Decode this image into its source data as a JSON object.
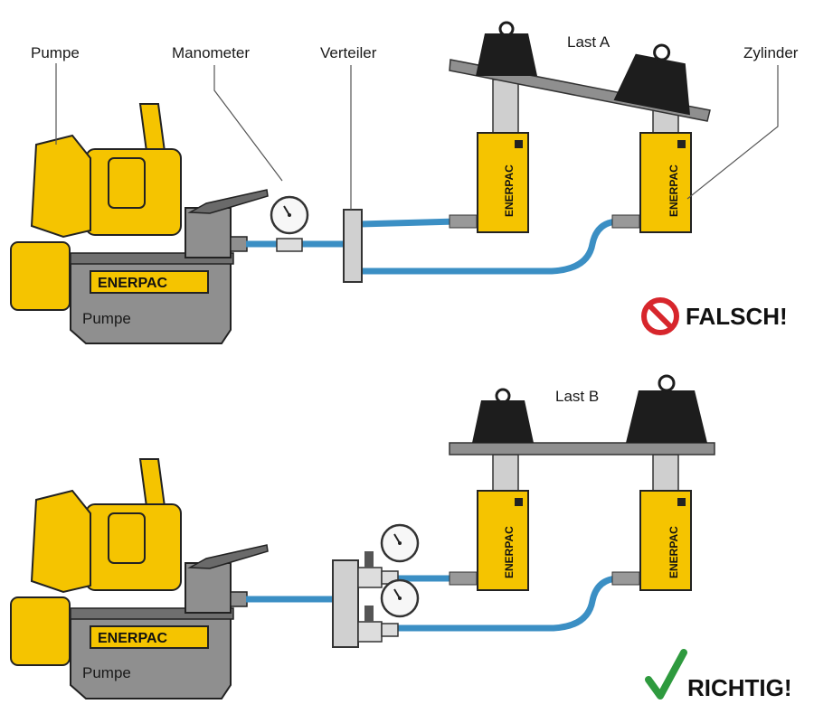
{
  "labels": {
    "pump_top": "Pumpe",
    "gauge_top": "Manometer",
    "manifold_top": "Verteiler",
    "load_a": "Last A",
    "cylinder_top": "Zylinder",
    "pump_body_top": "Pumpe",
    "pump_body_bottom": "Pumpe",
    "load_b": "Last B"
  },
  "brand": "ENERPAC",
  "verdicts": {
    "wrong": "FALSCH!",
    "right": "RICHTIG!"
  },
  "colors": {
    "yellow": "#f5c400",
    "hose": "#3b8fc4",
    "gray": "#8f8f8f",
    "dark": "#1d1d1d",
    "red": "#d7262c",
    "green": "#2e9a3e"
  }
}
